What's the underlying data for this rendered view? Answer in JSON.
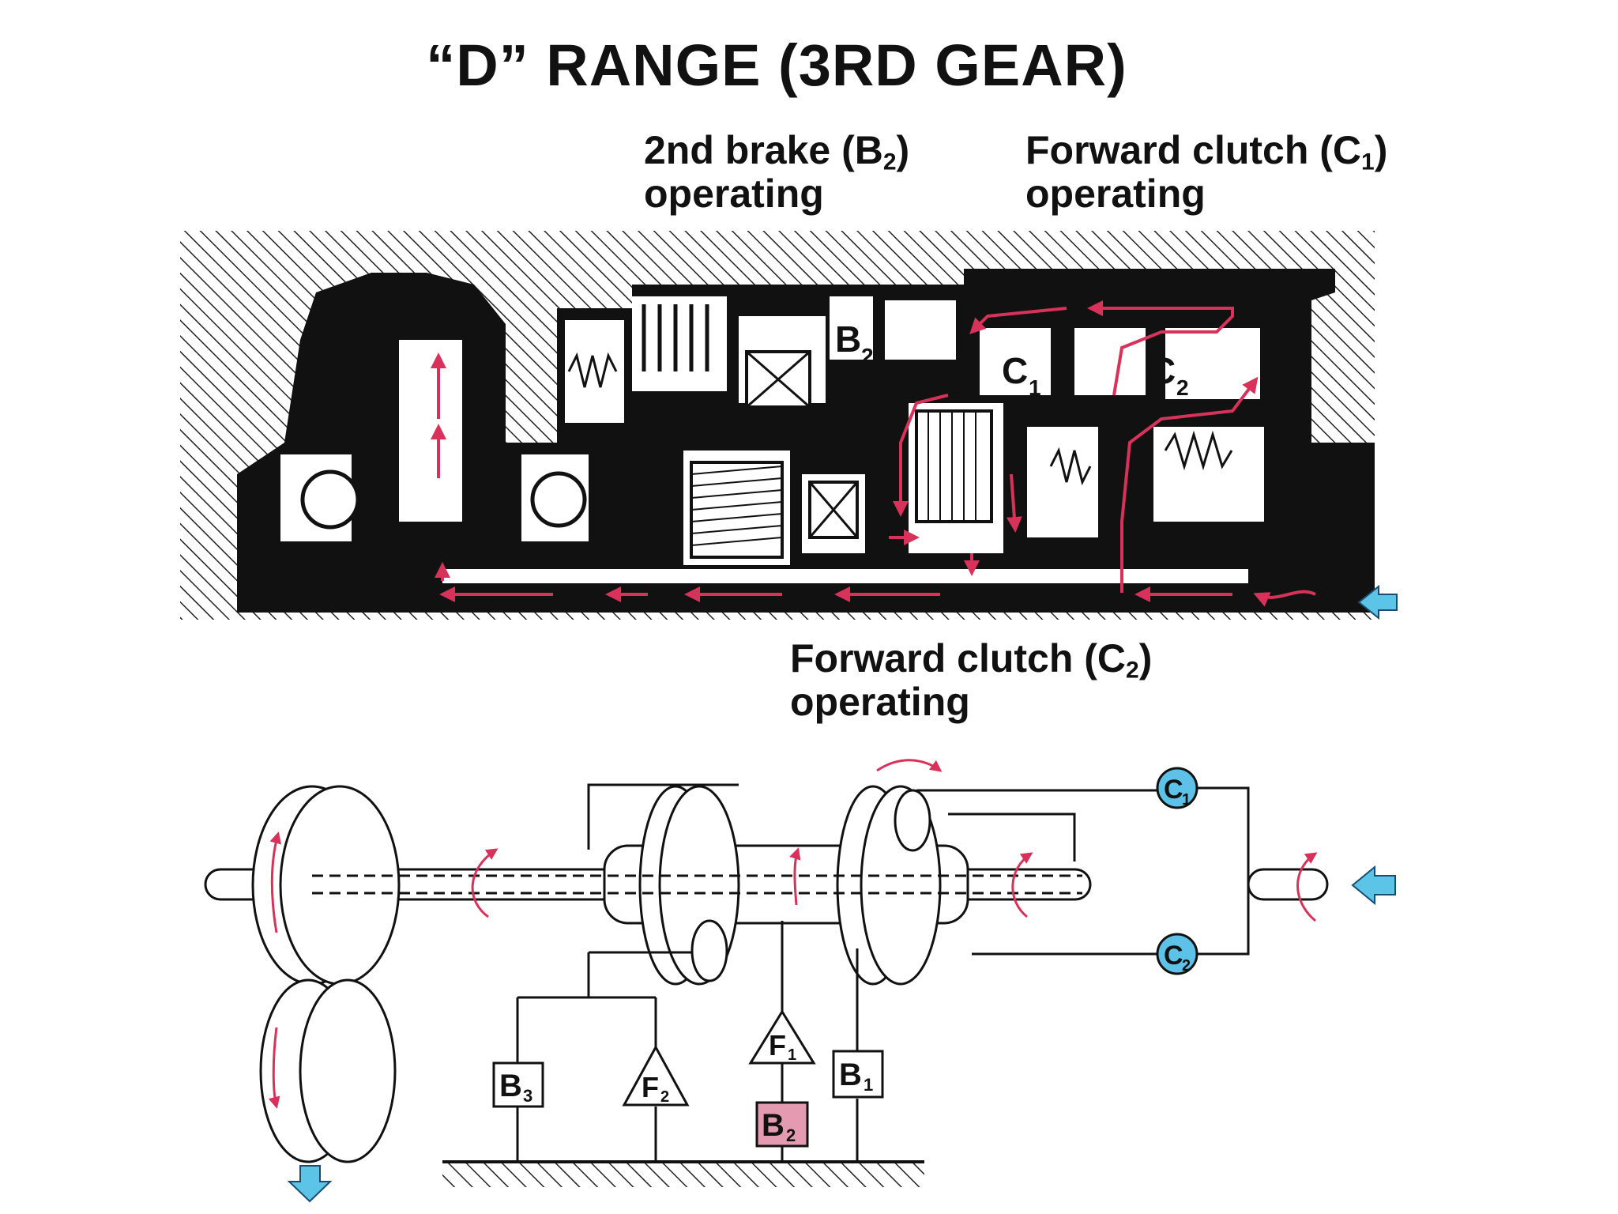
{
  "title": "“D” RANGE (3RD GEAR)",
  "callouts": {
    "b2": {
      "name": "2nd brake (B",
      "sub": "2",
      "close": ")",
      "state": "operating"
    },
    "c1": {
      "name": "Forward clutch (C",
      "sub": "1",
      "close": ")",
      "state": "operating"
    },
    "c2": {
      "name": "Forward clutch (C",
      "sub": "2",
      "close": ")",
      "state": "operating"
    }
  },
  "section_labels": {
    "b2": {
      "main": "B",
      "sub": "2"
    },
    "c1": {
      "main": "C",
      "sub": "1"
    },
    "c2": {
      "main": "C",
      "sub": "2"
    }
  },
  "schematic_labels": {
    "c1": {
      "main": "C",
      "sub": "1"
    },
    "c2": {
      "main": "C",
      "sub": "2"
    },
    "b1": {
      "main": "B",
      "sub": "1"
    },
    "b2": {
      "main": "B",
      "sub": "2"
    },
    "b3": {
      "main": "B",
      "sub": "3"
    },
    "f1": {
      "main": "F",
      "sub": "1"
    },
    "f2": {
      "main": "F",
      "sub": "2"
    }
  },
  "colors": {
    "flow": "#d8325a",
    "arrow_blue": "#5cc4e6",
    "active_clutch": "#5ec1e8",
    "active_brake": "#e49ab0",
    "line": "#111111"
  },
  "icons": {
    "input_arrow_top": "arrow-left-icon",
    "input_arrow_bottom": "arrow-left-icon",
    "output_arrow": "arrow-down-icon"
  }
}
